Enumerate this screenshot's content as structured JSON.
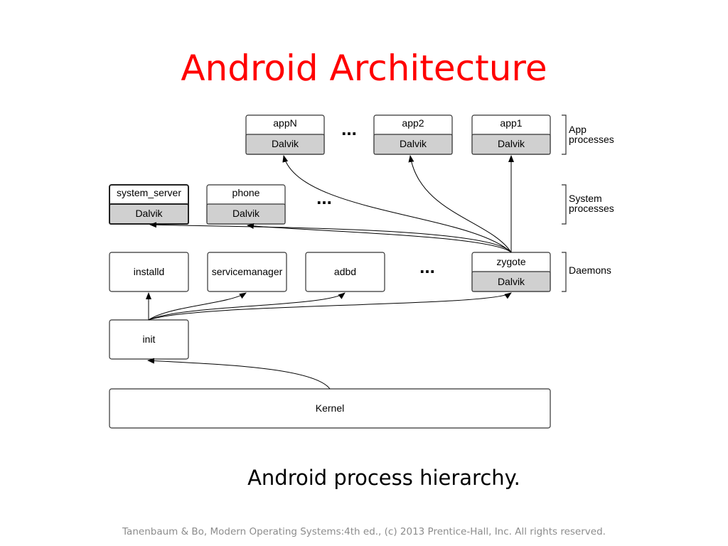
{
  "slide": {
    "title": "Android Architecture",
    "caption": "Android process hierarchy.",
    "footer": "Tanenbaum & Bo, Modern  Operating Systems:4th ed., (c) 2013 Prentice-Hall, Inc. All rights reserved."
  },
  "diagram": {
    "app_processes": {
      "appN": "appN",
      "app2": "app2",
      "app1": "app1",
      "runtime": "Dalvik",
      "ellipsis": "..."
    },
    "system_processes": {
      "system_server": "system_server",
      "phone": "phone",
      "runtime": "Dalvik",
      "ellipsis": "..."
    },
    "daemons": {
      "installd": "installd",
      "servicemanager": "servicemanager",
      "adbd": "adbd",
      "zygote": "zygote",
      "runtime": "Dalvik",
      "ellipsis": "..."
    },
    "init": "init",
    "kernel": "Kernel",
    "layer_labels": {
      "app_line1": "App",
      "app_line2": "processes",
      "system_line1": "System",
      "system_line2": "processes",
      "daemons": "Daemons"
    }
  },
  "colors": {
    "title": "#ff0000",
    "box_border": "#333333",
    "dalvik_fill": "#d0d0d0",
    "footer": "#8c8c8c"
  }
}
